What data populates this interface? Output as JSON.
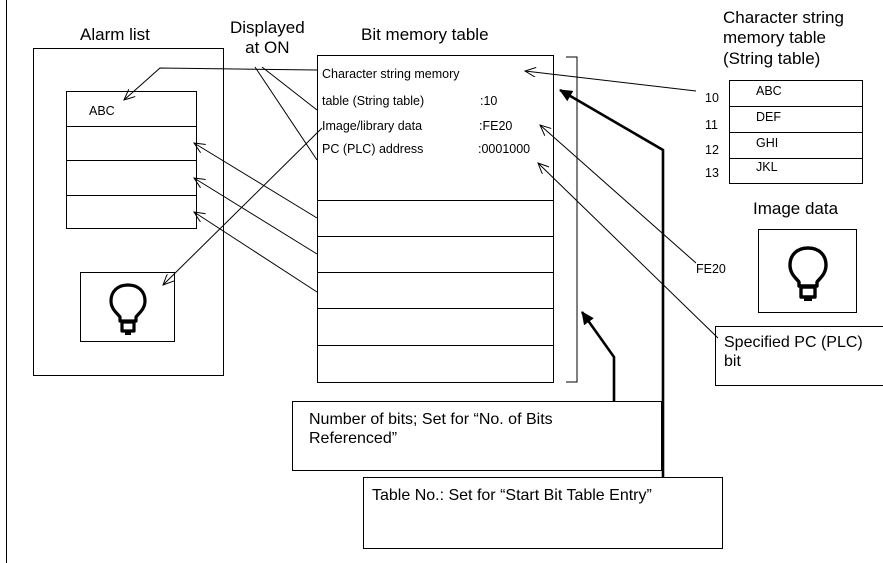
{
  "labels": {
    "alarm_list": "Alarm list",
    "displayed_at_on_line1": "Displayed",
    "displayed_at_on_line2": "at ON",
    "bit_memory_table": "Bit memory table",
    "char_table_title_line1": "Character string",
    "char_table_title_line2": "memory table",
    "char_table_title_line3": "(String table)",
    "image_data": "Image data",
    "fe20_label": "FE20"
  },
  "alarm_list": {
    "first_entry": "ABC"
  },
  "bit_memory": {
    "row1": "Character string memory",
    "row2_label": "table (String table)",
    "row2_value": ":10",
    "row3_label": "Image/library data",
    "row3_value": ":FE20",
    "row4_label": "PC (PLC) address",
    "row4_value": ":0001000"
  },
  "string_table": {
    "rows": [
      {
        "index": "10",
        "value": "ABC"
      },
      {
        "index": "11",
        "value": "DEF"
      },
      {
        "index": "12",
        "value": "GHI"
      },
      {
        "index": "13",
        "value": "JKL"
      }
    ]
  },
  "callouts": {
    "specified_bit": "Specified PC (PLC) bit",
    "num_bits": "Number of bits; Set for “No. of Bits Referenced”",
    "table_no": "Table No.:  Set for “Start Bit Table Entry”"
  }
}
